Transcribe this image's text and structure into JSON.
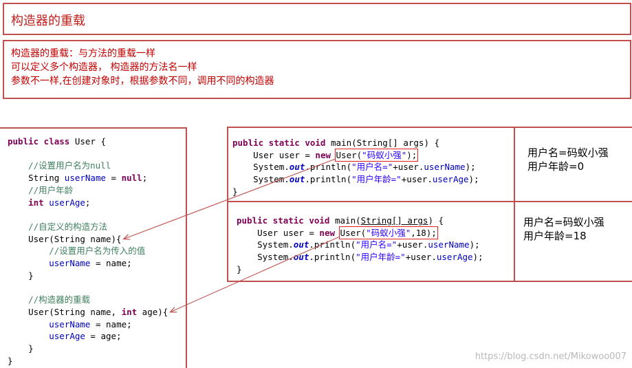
{
  "title": "构造器的重载",
  "description": [
    "构造器的重载：与方法的重载一样",
    "可以定义多个构造器，  构造器的方法名一样",
    "参数不一样,在创建对象时，根据参数不同，调用不同的构造器"
  ],
  "class_code": {
    "l1_kw": "public class",
    "l1_rest": " User {",
    "comment_name_null": "//设置用户名为null",
    "l_string": "String ",
    "f_username": "userName",
    "l_eq": " = ",
    "kw_null": "null",
    "semi": ";",
    "comment_age": "//用户年龄",
    "kw_int": "int",
    "f_userage": "userAge",
    "comment_custom_ctor": "//自定义的构造方法",
    "ctor1": "User(String name){",
    "comment_set_name": "//设置用户名为传入的值",
    "assign_name_rest": " = name;",
    "close": "}",
    "comment_overload": "//构造器的重载",
    "ctor2_a": "User(String name, ",
    "ctor2_b": " age){",
    "assign_age_rest": " = age;"
  },
  "main1": {
    "sig_kw": "public static void",
    "sig_rest": " main(String[] args) {",
    "decl": "User user = ",
    "kw_new": "new",
    "ctor_call_a": "User(",
    "ctor_call_str": "\"码蚁小强\"",
    "ctor_call_b": ");",
    "sys": "System.",
    "out": "out",
    "println_a": ".println(",
    "str_name": "\"用户名=\"",
    "plus_user": "+user.",
    "f_username": "userName",
    "end": ");",
    "str_age": "\"用户年龄=\"",
    "f_userage": "userAge",
    "close": "}"
  },
  "output1": {
    "line1": "用户名=码蚁小强",
    "line2": "用户年龄=0"
  },
  "main2": {
    "sig_kw": "public static void",
    "sig_rest_a": " main(",
    "sig_rest_b": "String[] args",
    "sig_rest_c": ") {",
    "decl": "User user = ",
    "kw_new": "new",
    "ctor_call_a": "User(",
    "ctor_call_str": "\"码蚁小强\"",
    "ctor_call_b": ",18);",
    "sys": "System.",
    "out": "out",
    "println_a": ".println(",
    "str_name": "\"用户名=\"",
    "plus_user": "+user.",
    "f_username": "userName",
    "end": ");",
    "str_age": "\"用户年龄=\"",
    "f_userage": "userAge",
    "close": "}"
  },
  "output2": {
    "line1": "用户名=码蚁小强",
    "line2": "用户年龄=18"
  },
  "watermark": "https://blog.csdn.net/Mikowoo007",
  "colors": {
    "border": "#c0504d",
    "title_text": "#c0201d",
    "keyword": "#7f0055",
    "comment": "#3f7f5f",
    "field": "#0000c0",
    "string": "#2a00ff",
    "arrow": "#c0504d"
  }
}
